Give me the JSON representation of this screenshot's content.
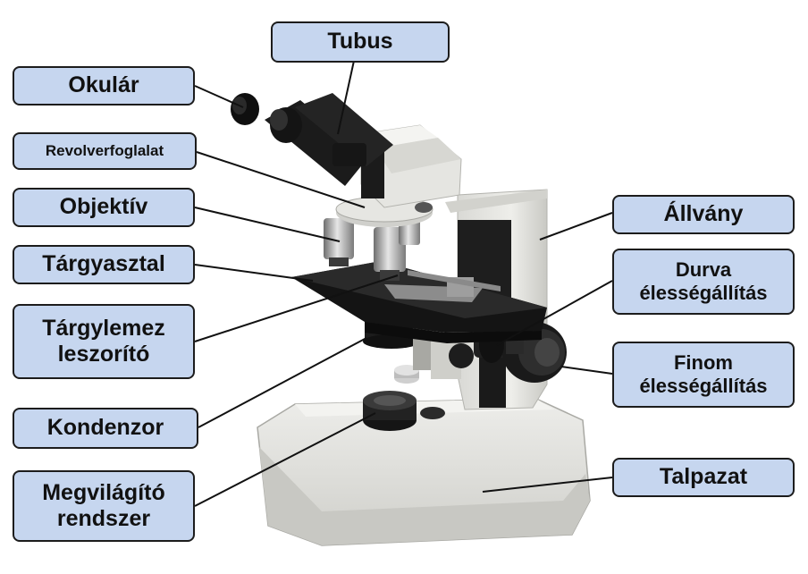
{
  "labels": {
    "tubus": "Tubus",
    "okular": "Okulár",
    "revolverfoglalat": "Revolverfoglalat",
    "objektiv": "Objektív",
    "targyasztal": "Tárgyasztal",
    "targylemez_szorito": "Tárgylemez\nleszorító",
    "kondenzor": "Kondenzor",
    "megvilagito": "Megvilágító\nrendszer",
    "allvany": "Állvány",
    "durva": "Durva\nélességállítás",
    "finom": "Finom\nélességállítás",
    "talpazat": "Talpazat"
  },
  "colors": {
    "label_fill": "#c6d6ef",
    "label_border": "#1c1c1c",
    "leader_line": "#111111",
    "body_light": "#e7e7e3",
    "body_dark": "#1b1b1b"
  }
}
